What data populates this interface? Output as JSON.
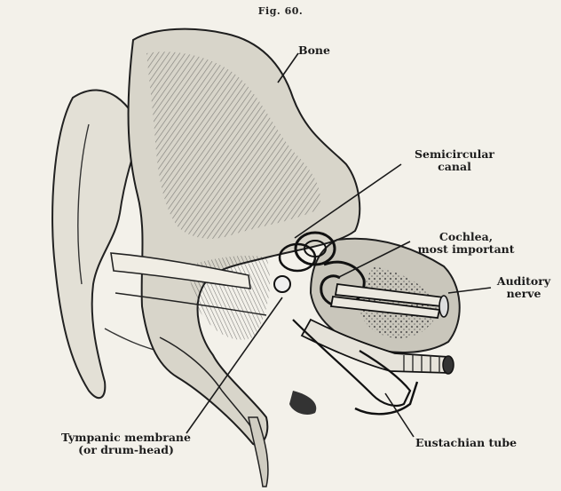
{
  "figure": {
    "title": "Fig. 60."
  },
  "labels": {
    "bone": "Bone",
    "semicircular_1": "Semicircular",
    "semicircular_2": "canal",
    "cochlea_1": "Cochlea,",
    "cochlea_2": "most important",
    "auditory_1": "Auditory",
    "auditory_2": "nerve",
    "eustachian": "Eustachian tube",
    "tympanic_1": "Tympanic membrane",
    "tympanic_2": "(or drum-head)"
  }
}
